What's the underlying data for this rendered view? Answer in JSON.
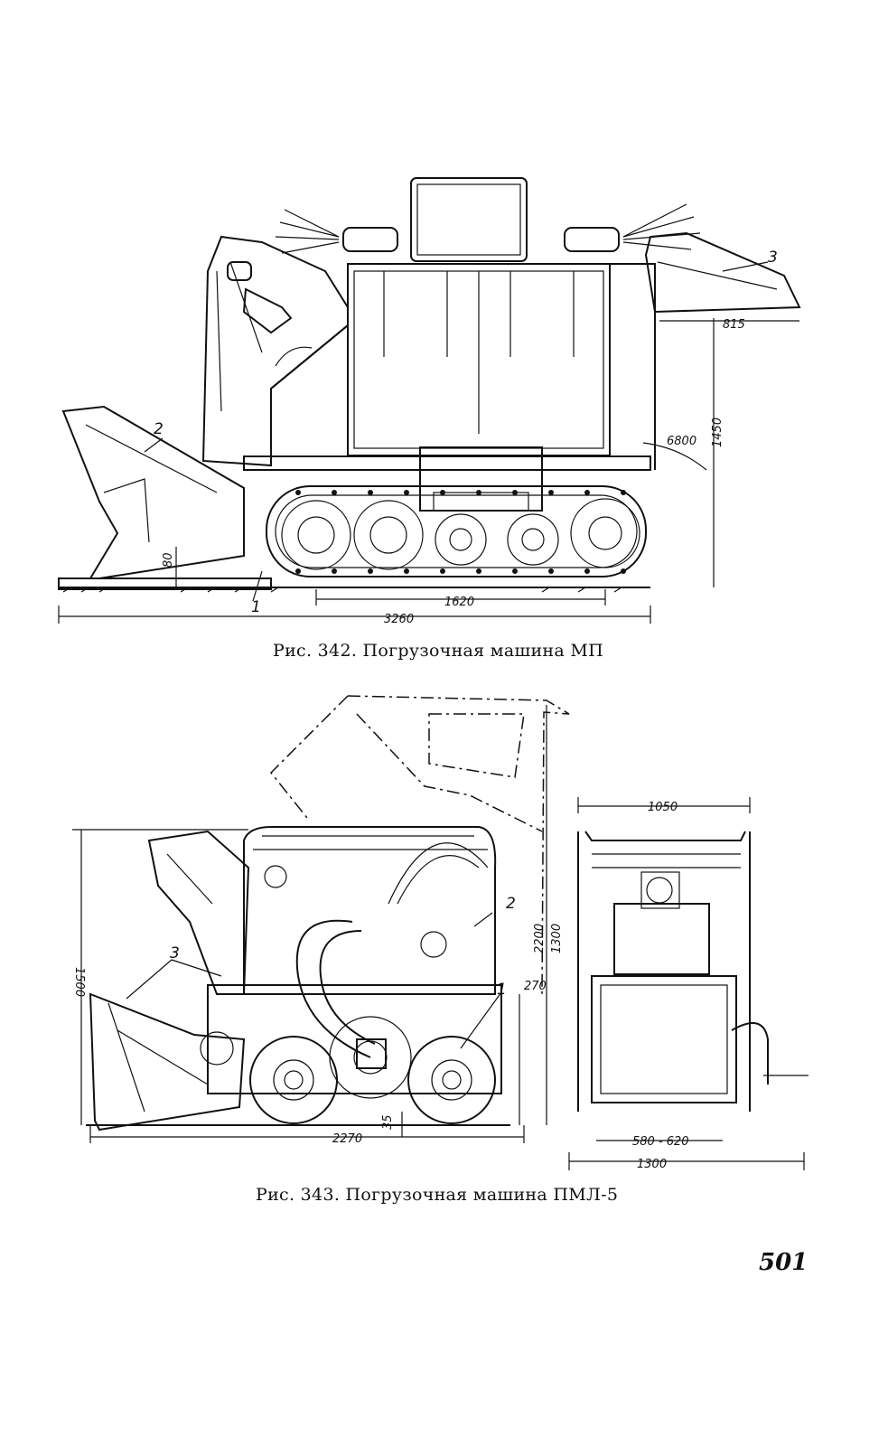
{
  "figure_342": {
    "caption": "Рис. 342. Погрузочная машина МП",
    "callouts": [
      "1",
      "2",
      "3"
    ],
    "dimensions": [
      "815",
      "1450",
      "80",
      "1620",
      "3260"
    ],
    "cable_label": "6800"
  },
  "figure_343": {
    "caption": "Рис. 343. Погрузочная машина ПМЛ-5",
    "callouts": [
      "1",
      "2",
      "3"
    ],
    "dimensions": [
      "1500",
      "2200",
      "1300",
      "270",
      "2270",
      "35",
      "1050",
      "580 - 620",
      "1300"
    ]
  },
  "page_number": "501"
}
